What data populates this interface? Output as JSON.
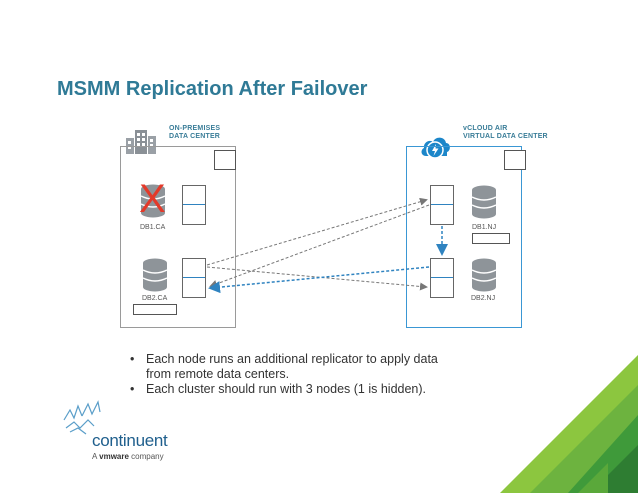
{
  "title": "MSMM Replication After Failover",
  "onprem": {
    "label_line1": "ON-PREMISES",
    "label_line2": "DATA CENTER",
    "icon": "building-icon",
    "db1_label": "DB1.CA",
    "db2_label": "DB2.CA",
    "failed_marker": "X"
  },
  "cloud": {
    "label_line1": "vCLOUD AIR",
    "label_line2": "VIRTUAL DATA CENTER",
    "icon": "cloud-lightning-icon",
    "db1_label": "DB1.NJ",
    "db2_label": "DB2.NJ"
  },
  "bullets": [
    {
      "line1": "Each node runs an additional replicator to apply data",
      "line2": "from remote data centers."
    },
    {
      "line1": "Each cluster should run with 3 nodes (1 is hidden)."
    }
  ],
  "logo": {
    "word": "continuent",
    "sub_prefix": "A",
    "sub_brand": "vmware",
    "sub_suffix": "company"
  },
  "colors": {
    "title": "#2f7a96",
    "accent_blue": "#2f83c0",
    "failed_red": "#e33a2a",
    "green_dark": "#2e8b3a",
    "green_light": "#7cc242"
  }
}
